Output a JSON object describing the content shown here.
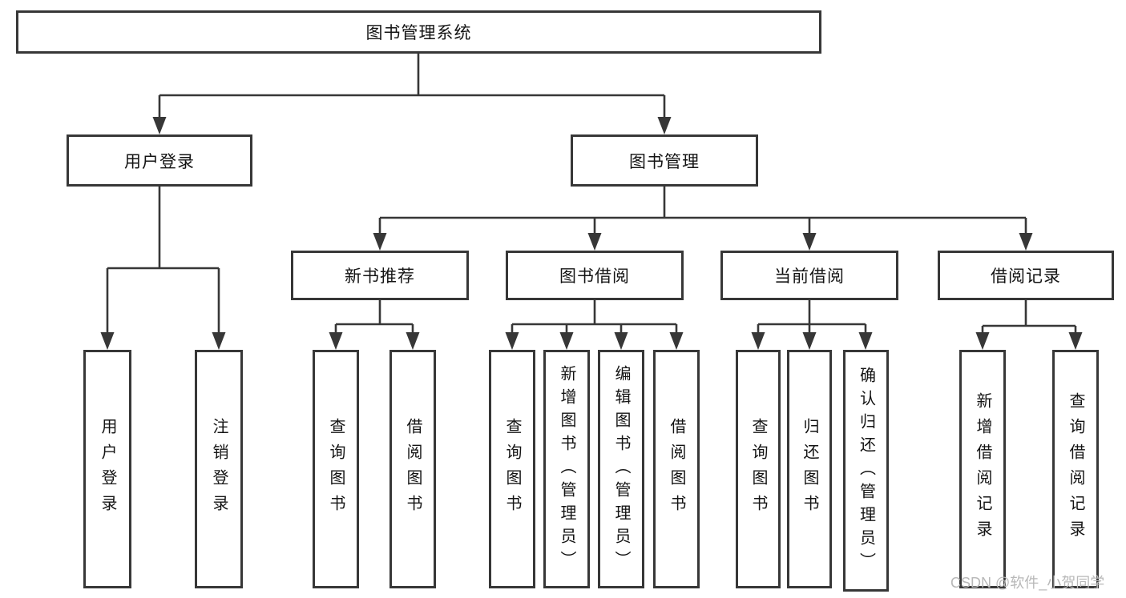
{
  "labels": {
    "root": "图书管理系统",
    "user_login": "用户登录",
    "book_management": "图书管理",
    "login_children": [
      "用户登录",
      "注销登录"
    ],
    "modules": [
      "新书推荐",
      "图书借阅",
      "当前借阅",
      "借阅记录"
    ],
    "new_book_children": [
      "查询图书",
      "借阅图书"
    ],
    "borrow_children": [
      "查询图书",
      "新增图书（管理员）",
      "编辑图书（管理员）",
      "借阅图书"
    ],
    "current_children": [
      "查询图书",
      "归还图书",
      "确认归还（管理员）"
    ],
    "record_children": [
      "新增借阅记录",
      "查询借阅记录"
    ]
  },
  "watermark": "CSDN @软件_小贺同学",
  "colors": {
    "line": "#373737",
    "text": "#141414",
    "watermark": "#b8b8b8",
    "background": "#ffffff"
  }
}
